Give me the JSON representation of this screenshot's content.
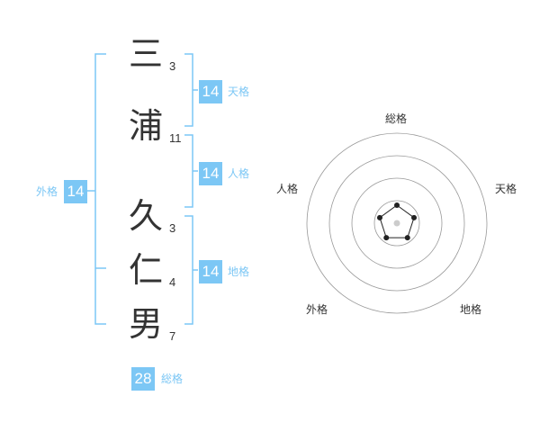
{
  "name": {
    "characters": [
      {
        "char": "三",
        "strokes": "3"
      },
      {
        "char": "浦",
        "strokes": "11"
      },
      {
        "char": "久",
        "strokes": "3"
      },
      {
        "char": "仁",
        "strokes": "4"
      },
      {
        "char": "男",
        "strokes": "7"
      }
    ]
  },
  "fortune": {
    "tenkaku": {
      "label": "天格",
      "value": "14"
    },
    "jinkaku": {
      "label": "人格",
      "value": "14"
    },
    "chikaku": {
      "label": "地格",
      "value": "14"
    },
    "gaikaku": {
      "label": "外格",
      "value": "14"
    },
    "soukaku": {
      "label": "総格",
      "value": "28"
    }
  },
  "radar": {
    "axes": [
      "総格",
      "天格",
      "地格",
      "外格",
      "人格"
    ],
    "values": [
      0.2,
      0.2,
      0.2,
      0.2,
      0.2
    ],
    "rings": 4
  },
  "colors": {
    "accent": "#7cc7f5",
    "text": "#333333",
    "ring": "#999999"
  }
}
